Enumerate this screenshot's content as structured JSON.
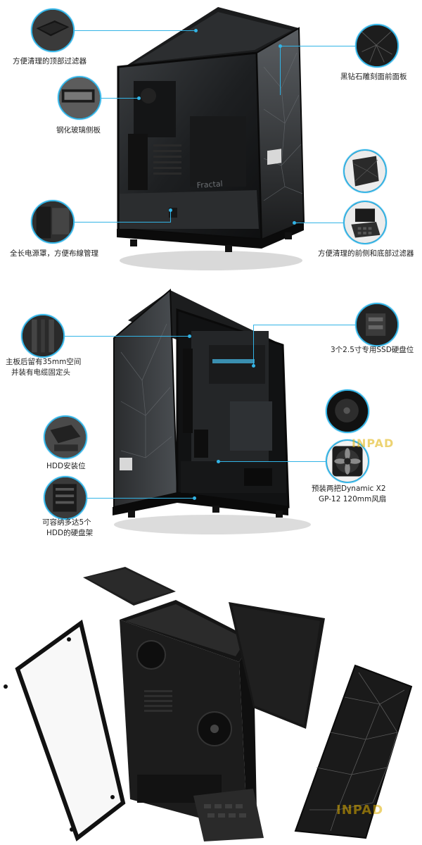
{
  "section1": {
    "labels": {
      "top_filter": "方便清理的顶部过滤器",
      "glass_panel": "钢化玻璃侧板",
      "psu_shroud": "全长电源罩，方便布線管理",
      "front_panel": "黑钻石雕刻面前面板",
      "front_bottom_filter": "方便清理的前侧和底部过滤器"
    },
    "case_logo": "Fractal"
  },
  "section2": {
    "labels": {
      "cable_space_line1": "主板后留有35mm空间",
      "cable_space_line2": "并装有电缆固定头",
      "ssd_bays": "3个2.5寸专用SSD硬盘位",
      "hdd_mount": "HDD安装位",
      "fans_line1": "预装两把Dynamic X2",
      "fans_line2": "GP-12 120mm风扇",
      "hdd_cage_line1": "可容纳多达5个",
      "hdd_cage_line2": "HDD的硬盘架"
    },
    "watermark": "INPAD"
  },
  "section3": {
    "watermark": "INPAD"
  }
}
